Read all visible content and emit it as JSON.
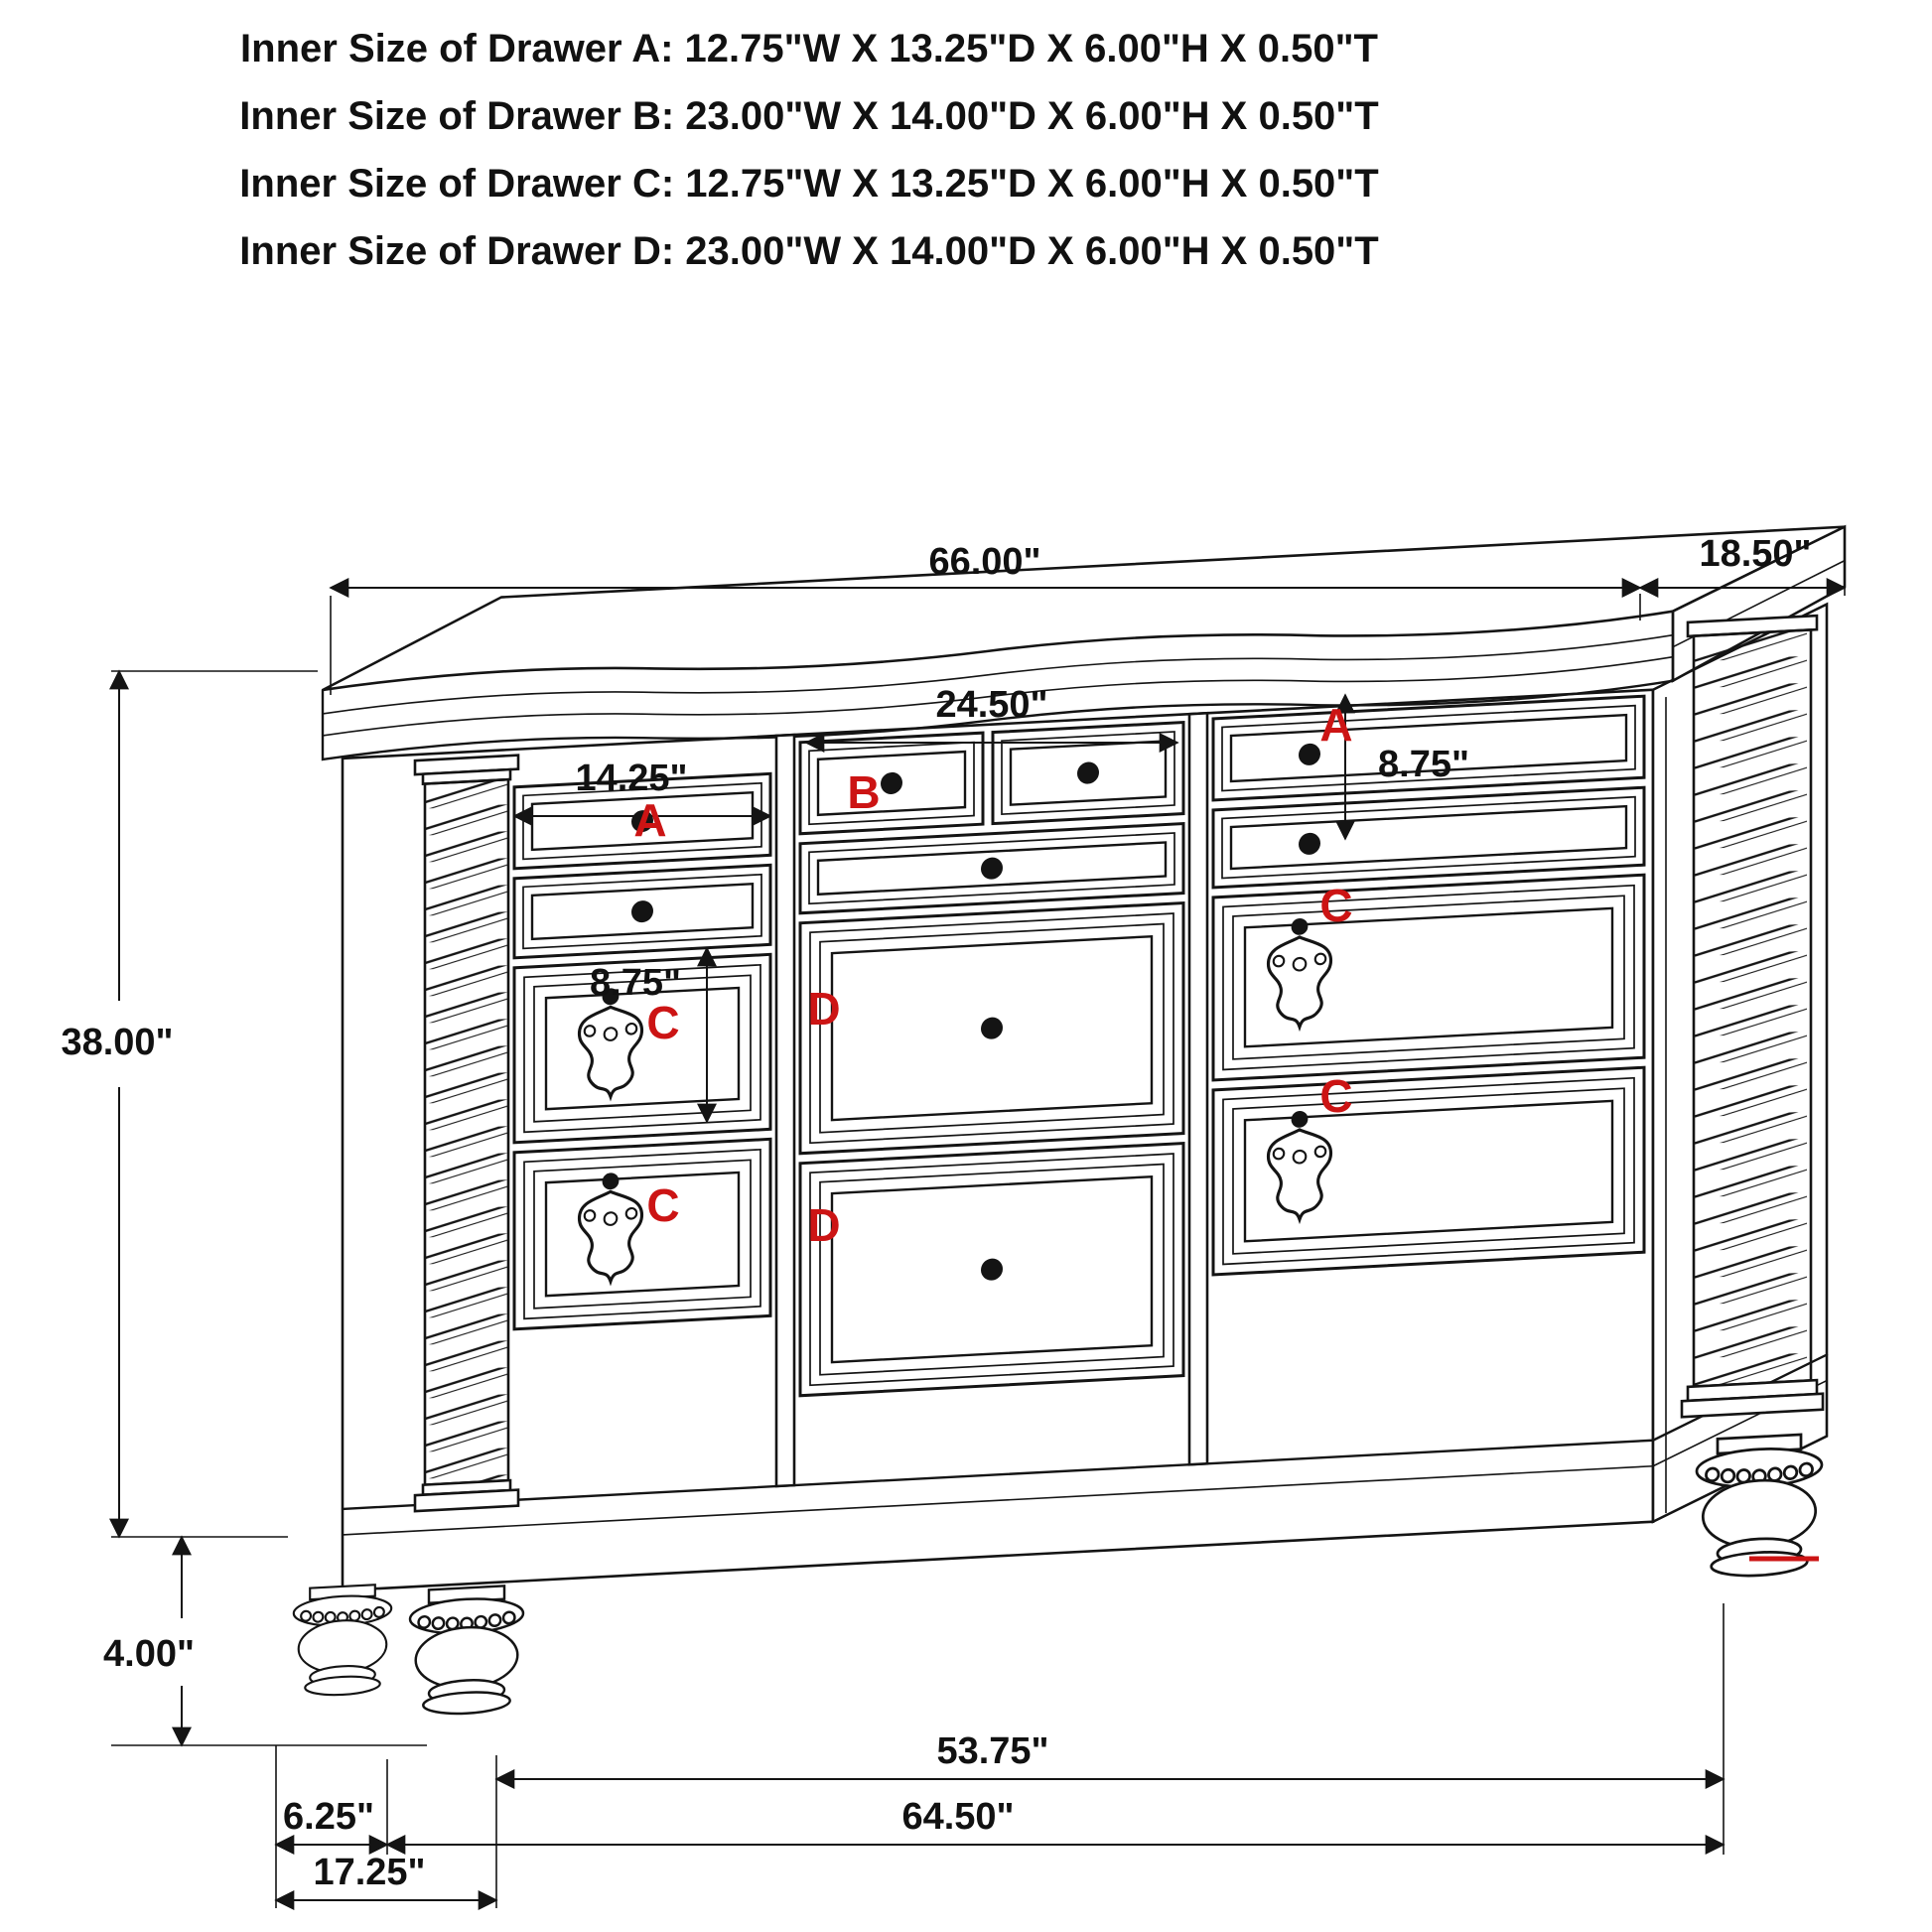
{
  "header": {
    "lines": [
      "Inner Size of Drawer A: 12.75\"W X 13.25\"D X 6.00\"H X 0.50\"T",
      "Inner Size of Drawer B: 23.00\"W X 14.00\"D X 6.00\"H X 0.50\"T",
      "Inner Size of Drawer C: 12.75\"W X 13.25\"D X 6.00\"H X 0.50\"T",
      "Inner Size of Drawer D: 23.00\"W X 14.00\"D X 6.00\"H X 0.50\"T"
    ]
  },
  "dimensions": {
    "top_width": "66.00\"",
    "top_depth": "18.50\"",
    "overall_height": "38.00\"",
    "foot_height": "4.00\"",
    "drawer_b_width": "24.50\"",
    "drawer_a_width": "14.25\"",
    "drawer_height_left": "8.75\"",
    "drawer_height_right": "8.75\"",
    "feet_span_inner": "53.75\"",
    "base_width": "64.50\"",
    "side_inset": "6.25\"",
    "foot_inset": "17.25\""
  },
  "drawer_labels": [
    {
      "text": "A"
    },
    {
      "text": "B"
    },
    {
      "text": "A"
    },
    {
      "text": "C"
    },
    {
      "text": "C"
    },
    {
      "text": "D"
    },
    {
      "text": "D"
    },
    {
      "text": "C"
    },
    {
      "text": "C"
    }
  ],
  "colors": {
    "label_red": "#cc1414",
    "line": "#141414"
  }
}
